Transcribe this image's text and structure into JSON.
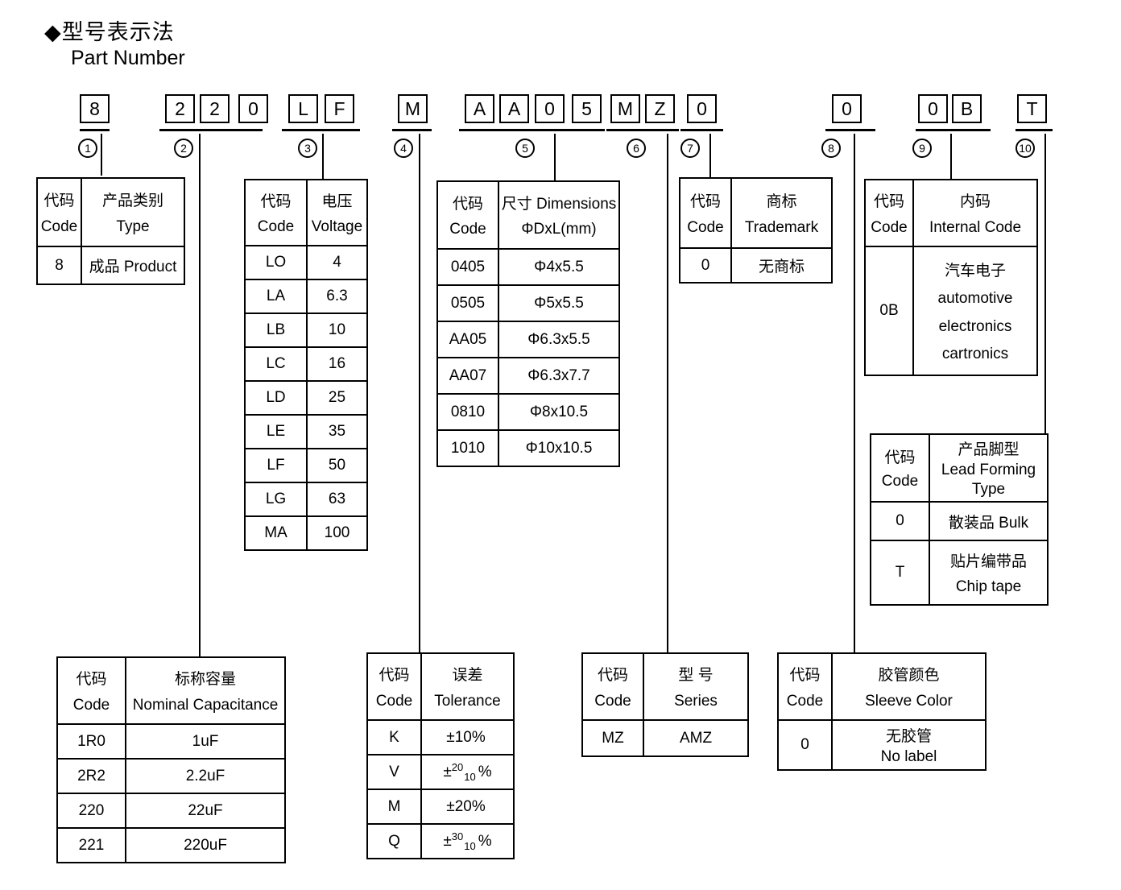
{
  "title": {
    "bullet": "◆",
    "zh": "型号表示法",
    "en": "Part Number"
  },
  "part_number": {
    "groups": [
      {
        "num": "1",
        "chars": [
          "8"
        ]
      },
      {
        "num": "2",
        "chars": [
          "2",
          "2",
          "0"
        ]
      },
      {
        "num": "3",
        "chars": [
          "L",
          "F"
        ]
      },
      {
        "num": "4",
        "chars": [
          "M"
        ]
      },
      {
        "num": "5",
        "chars": [
          "A",
          "A",
          "0",
          "5"
        ]
      },
      {
        "num": "6",
        "chars": [
          "M",
          "Z"
        ]
      },
      {
        "num": "7",
        "chars": [
          "0"
        ]
      },
      {
        "num": "8",
        "chars": [
          "0"
        ]
      },
      {
        "num": "9",
        "chars": [
          "0",
          "B"
        ]
      },
      {
        "num": "10",
        "chars": [
          "T"
        ]
      }
    ]
  },
  "tables": {
    "type": {
      "header": {
        "c1": [
          "代码",
          "Code"
        ],
        "c2": [
          "产品类别",
          "Type"
        ]
      },
      "rows": [
        [
          "8",
          "成品 Product"
        ]
      ]
    },
    "capacitance": {
      "header": {
        "c1": [
          "代码",
          "Code"
        ],
        "c2": [
          "标称容量",
          "Nominal Capacitance"
        ]
      },
      "rows": [
        [
          "1R0",
          "1uF"
        ],
        [
          "2R2",
          "2.2uF"
        ],
        [
          "220",
          "22uF"
        ],
        [
          "221",
          "220uF"
        ]
      ]
    },
    "voltage": {
      "header": {
        "c1": [
          "代码",
          "Code"
        ],
        "c2": [
          "电压",
          "Voltage"
        ]
      },
      "rows": [
        [
          "LO",
          "4"
        ],
        [
          "LA",
          "6.3"
        ],
        [
          "LB",
          "10"
        ],
        [
          "LC",
          "16"
        ],
        [
          "LD",
          "25"
        ],
        [
          "LE",
          "35"
        ],
        [
          "LF",
          "50"
        ],
        [
          "LG",
          "63"
        ],
        [
          "MA",
          "100"
        ]
      ]
    },
    "tolerance": {
      "header": {
        "c1": [
          "代码",
          "Code"
        ],
        "c2": [
          "误差",
          "Tolerance"
        ]
      },
      "rows": [
        {
          "code": "K",
          "pre": "±10%",
          "sup": "",
          "sub": "",
          "post": ""
        },
        {
          "code": "V",
          "pre": "±",
          "sup": "20",
          "sub": "10",
          "post": "%"
        },
        {
          "code": "M",
          "pre": "±20%",
          "sup": "",
          "sub": "",
          "post": ""
        },
        {
          "code": "Q",
          "pre": "±",
          "sup": "30",
          "sub": "10",
          "post": "%"
        }
      ]
    },
    "dimensions": {
      "header": {
        "c1": [
          "代码",
          "Code"
        ],
        "c2": [
          "尺寸 Dimensions",
          "ΦDxL(mm)"
        ]
      },
      "rows": [
        [
          "0405",
          "Φ4x5.5"
        ],
        [
          "0505",
          "Φ5x5.5"
        ],
        [
          "AA05",
          "Φ6.3x5.5"
        ],
        [
          "AA07",
          "Φ6.3x7.7"
        ],
        [
          "0810",
          "Φ8x10.5"
        ],
        [
          "1010",
          "Φ10x10.5"
        ]
      ]
    },
    "series": {
      "header": {
        "c1": [
          "代码",
          "Code"
        ],
        "c2": [
          "型 号",
          "Series"
        ]
      },
      "rows": [
        [
          "MZ",
          "AMZ"
        ]
      ]
    },
    "trademark": {
      "header": {
        "c1": [
          "代码",
          "Code"
        ],
        "c2": [
          "商标",
          "Trademark"
        ]
      },
      "rows": [
        [
          "0",
          "无商标"
        ]
      ]
    },
    "sleeve": {
      "header": {
        "c1": [
          "代码",
          "Code"
        ],
        "c2": [
          "胶管颜色",
          "Sleeve Color"
        ]
      },
      "rows": [
        {
          "code": "0",
          "lines": [
            "无胶管",
            "No label"
          ]
        }
      ]
    },
    "internal": {
      "header": {
        "c1": [
          "代码",
          "Code"
        ],
        "c2": [
          "内码",
          "Internal Code"
        ]
      },
      "rows": [
        {
          "code": "0B",
          "lines": [
            "汽车电子",
            "automotive",
            "electronics",
            "cartronics"
          ]
        }
      ]
    },
    "lead": {
      "header": {
        "c1": [
          "代码",
          "Code"
        ],
        "c2": [
          "产品脚型",
          "Lead Forming",
          "Type"
        ]
      },
      "rows": [
        {
          "code": "0",
          "lines": [
            "散装品 Bulk"
          ]
        },
        {
          "code": "T",
          "lines": [
            "贴片编带品",
            "Chip tape"
          ]
        }
      ]
    }
  },
  "colors": {
    "ink": "#000000",
    "paper": "#ffffff"
  }
}
